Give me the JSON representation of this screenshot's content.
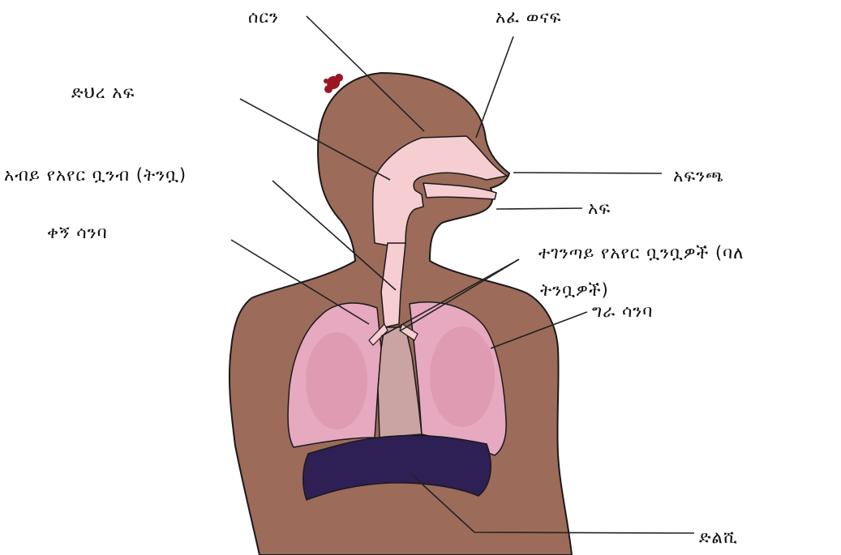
{
  "colors": {
    "body": "#9c6b5a",
    "airway": "#f6cdd0",
    "trachea": "#c9a4a2",
    "lung": "#e6a9bf",
    "lung_inner": "#d4899f",
    "diaphragm": "#2e1f55",
    "wound": "#9b1622",
    "line": "#222222"
  },
  "labels": {
    "brain": "ሰርን",
    "nasal_cavity": "አፈ ወናፍ",
    "pharynx": "ድህረ አፍ",
    "trachea": "አብይ የአየር ቧንብ (ትንቧ)",
    "right_lung": "ቀኝ ሳንባ",
    "nose": "አፍንጫ",
    "mouth": "አፍ",
    "bronchi_line1": "ተገንጣይ የአየር ቧንቧዎች (ባለ",
    "bronchi_line2": "ትንቧዎች)",
    "left_lung": "ግራ ሳንባ",
    "diaphragm": "ድልሺ"
  }
}
